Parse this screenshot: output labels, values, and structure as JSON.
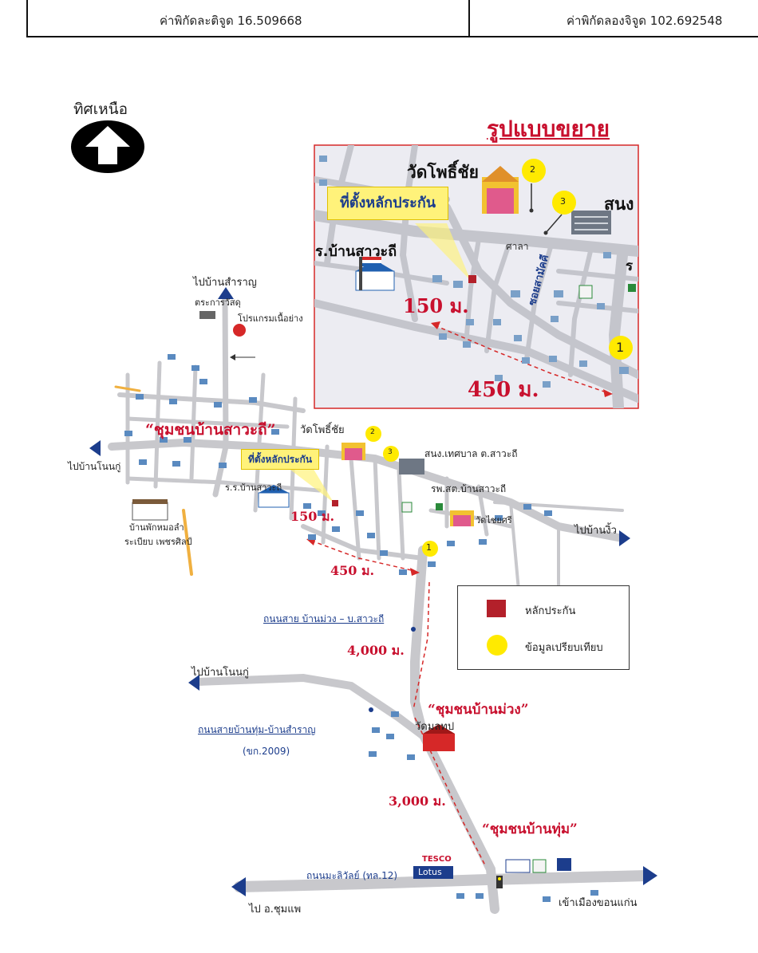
{
  "coords": {
    "latitude_label": "ค่าพิกัดละติจูด 16.509668",
    "longitude_label": "ค่าพิกัดลองจิจูด 102.692548"
  },
  "north": {
    "label": "ทิศเหนือ",
    "icon": "north-arrow-icon"
  },
  "inset": {
    "title": "รูปแบบขยาย",
    "temple": "วัดโพธิ์ชัย",
    "collateral_label": "ที่ตั้งหลักประกัน",
    "school": "ร.บ้านสาวะถี",
    "office_partial": "สนง",
    "sala": "ศาลา",
    "soi": "ซอยสามัคคี",
    "dist_150": "150 ม.",
    "dist_450": "450 ม.",
    "marker_1": "1",
    "marker_2": "2",
    "marker_3": "3"
  },
  "main": {
    "to_ban_samran": "ไปบ้านสำราญ",
    "water_tower": "ตระการวัสดุ",
    "prototype": "โปรแกรมเนื้อย่าง",
    "community_sawathi": "“ชุมชนบ้านสาวะถี”",
    "to_ban_non_ku_top": "ไปบ้านโนนกู่",
    "temple": "วัดโพธิ์ชัย",
    "collateral_label": "ที่ตั้งหลักประกัน",
    "office": "สนง.เทศบาล ต.สาวะถี",
    "school": "ร.ร.บ้านสาวะถี",
    "health": "รพ.สต.บ้านสาวะถี",
    "wat_chaisi": "วัดไชยศรี",
    "to_ban_ngio": "ไปบ้านงิ้ว",
    "shophouse": "บ้านพักหมอลำ",
    "shophouse2": "ระเบียบ เพชรศิลป์",
    "dist_150": "150 ม.",
    "dist_450": "450 ม.",
    "road_muang": "ถนนสาย บ้านม่วง – บ.สาวะถี",
    "dist_4000": "4,000 ม.",
    "to_ban_non_ku_mid": "ไปบ้านโนนกู่",
    "community_muang": "“ชุมชนบ้านม่วง”",
    "wat_muang": "วัดมลทป",
    "road_tum": "ถนนสายบ้านทุ่ม-บ้านสำราญ",
    "road_tum_code": "(ขก.2009)",
    "dist_3000": "3,000 ม.",
    "community_tum": "“ชุมชนบ้านทุ่ม”",
    "tesco_top": "TESCO",
    "tesco_bottom": "Lotus",
    "road_mali": "ถนนมะลิวัลย์ (ทล.12)",
    "to_chumphae": "ไป อ.ชุมแพ",
    "to_khonkaen": "เข้าเมืองขอนแก่น",
    "marker_1": "1",
    "marker_2": "2",
    "marker_3": "3"
  },
  "legend": {
    "collateral": "หลักประกัน",
    "comparison": "ข้อมูลเปรียบเทียบ",
    "collateral_color": "#b3202a",
    "comparison_color": "#ffea00"
  },
  "colors": {
    "road": "#c8c8cc",
    "route_red": "#d62828",
    "road_blue_arrow": "#1c3d8c"
  }
}
